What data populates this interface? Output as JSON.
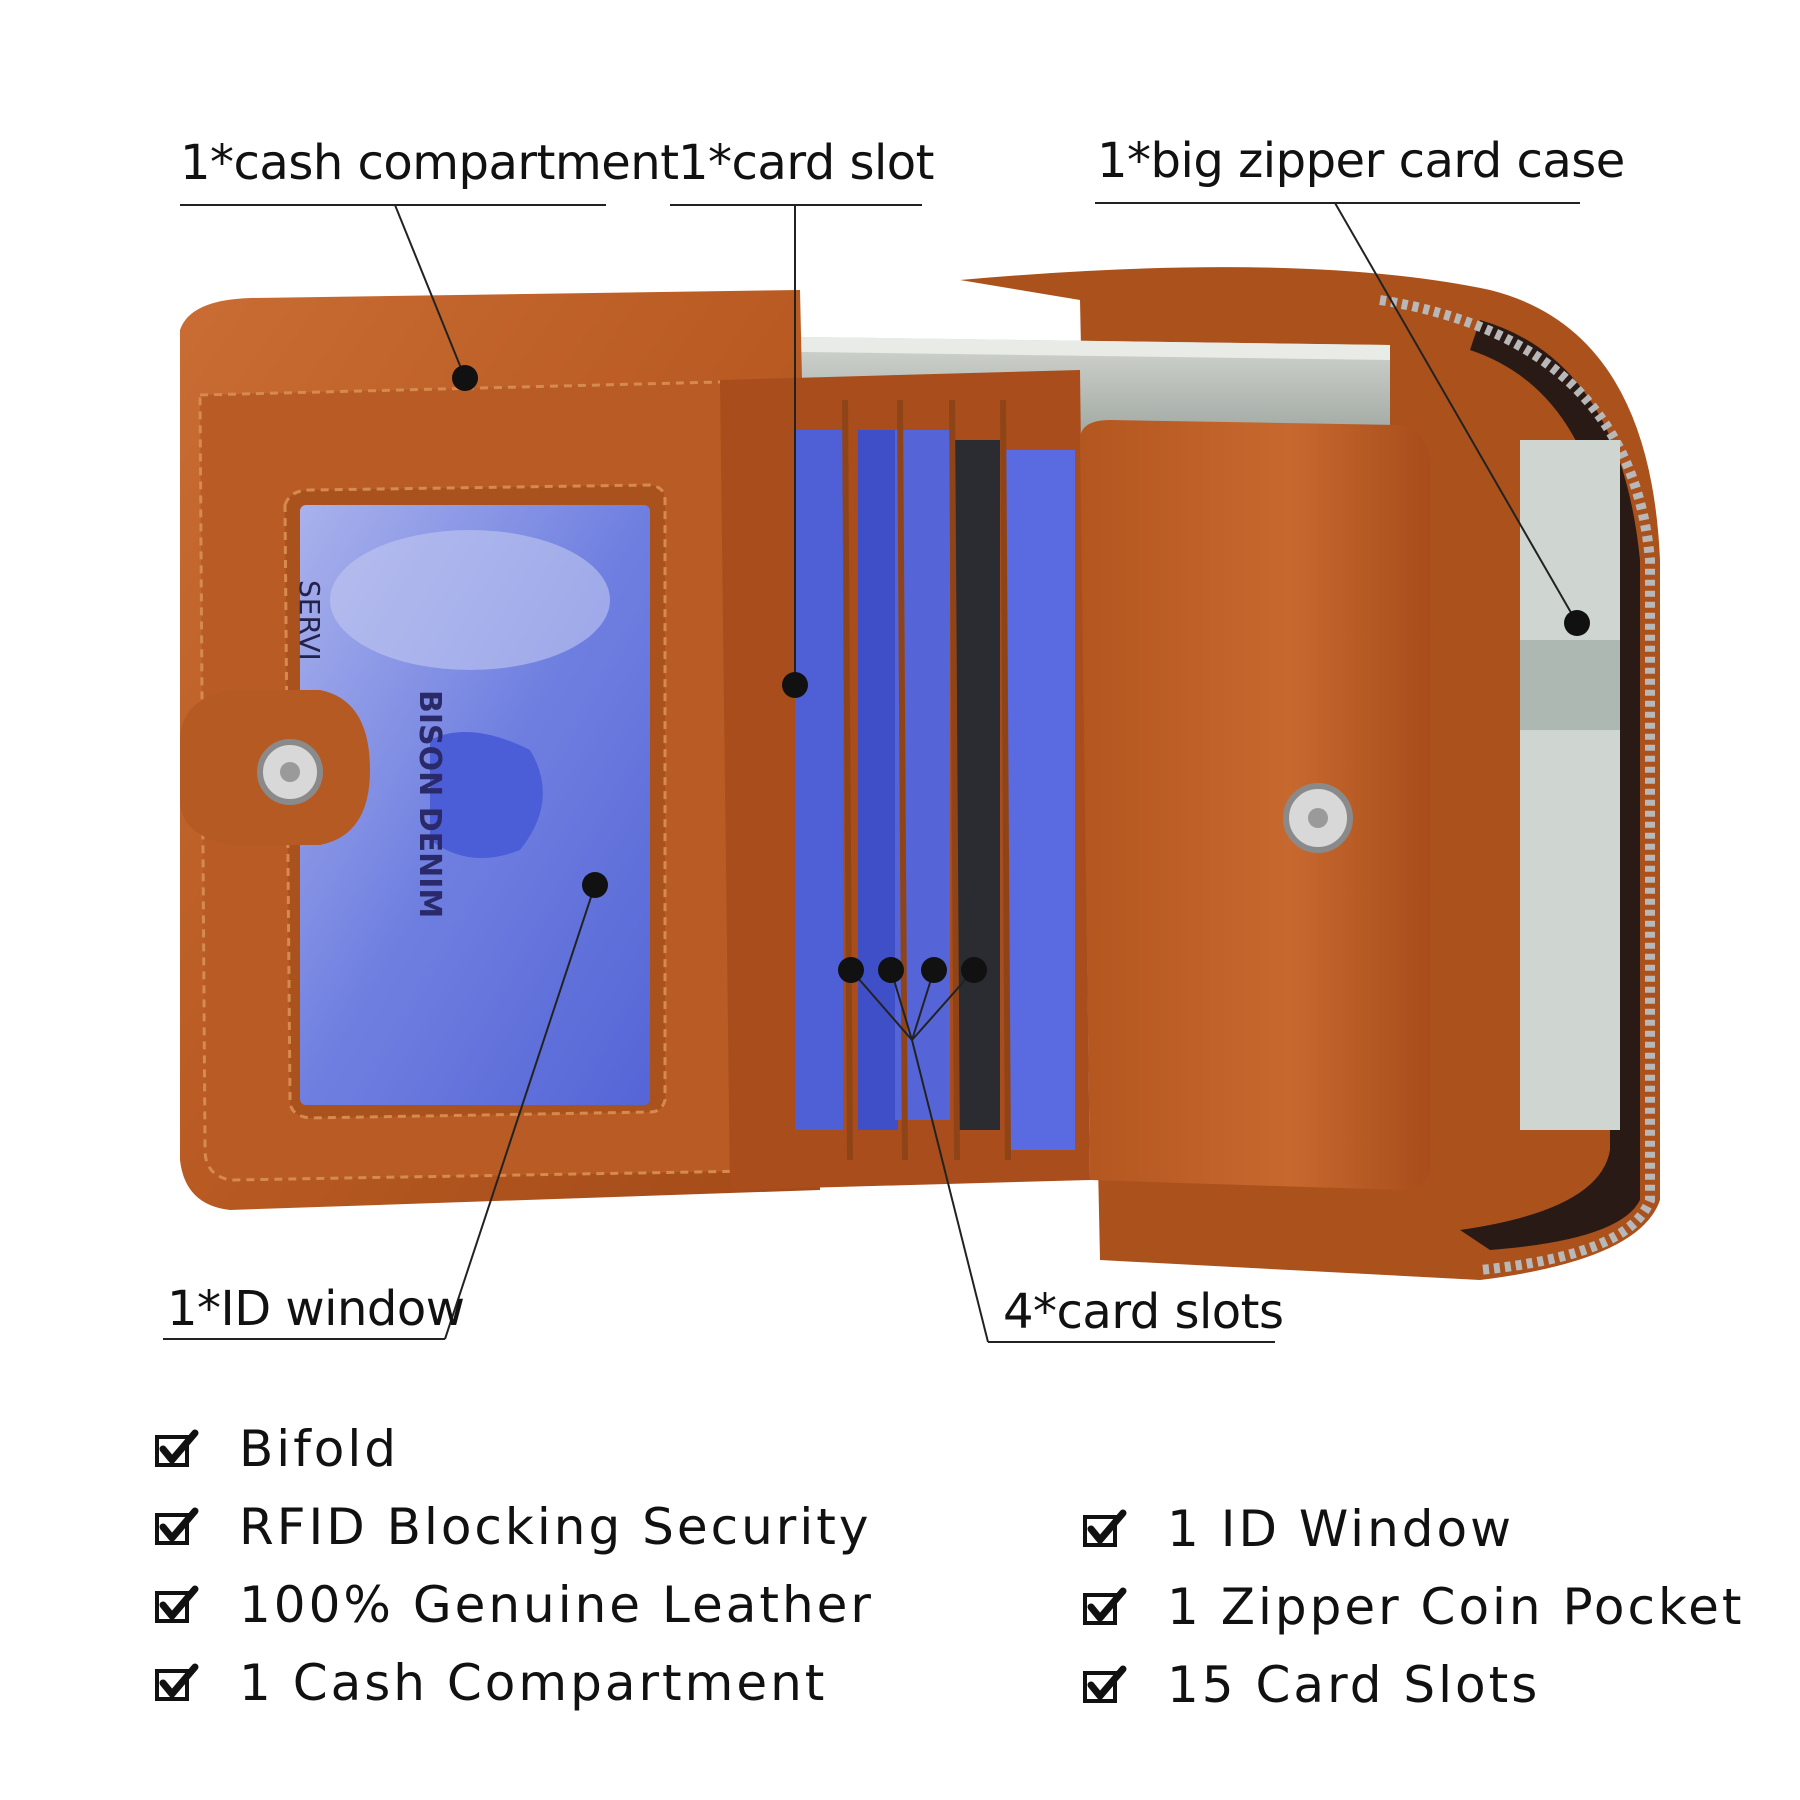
{
  "callouts": {
    "cash_compartment": "1*cash compartment",
    "card_slot": "1*card slot",
    "zipper_card_case": "1*big zipper card case",
    "id_window": "1*ID window",
    "card_slots": "4*card slots"
  },
  "id_card_text": "BISON DENIM",
  "id_card_edge_text": "SERVI",
  "features_left": [
    "Bifold",
    "RFID Blocking Security",
    "100% Genuine Leather",
    "1 Cash Compartment"
  ],
  "features_right": [
    "1 ID Window",
    "1 Zipper Coin Pocket",
    "15 Card Slots"
  ],
  "colors": {
    "leather": "#c0642b",
    "leather_dark": "#8f4418",
    "card_blue": "#4f5fd6",
    "id_card_blue": "#6f7fe0",
    "label_line": "#222222"
  },
  "icons": {
    "check": "checkbox-check-icon"
  }
}
